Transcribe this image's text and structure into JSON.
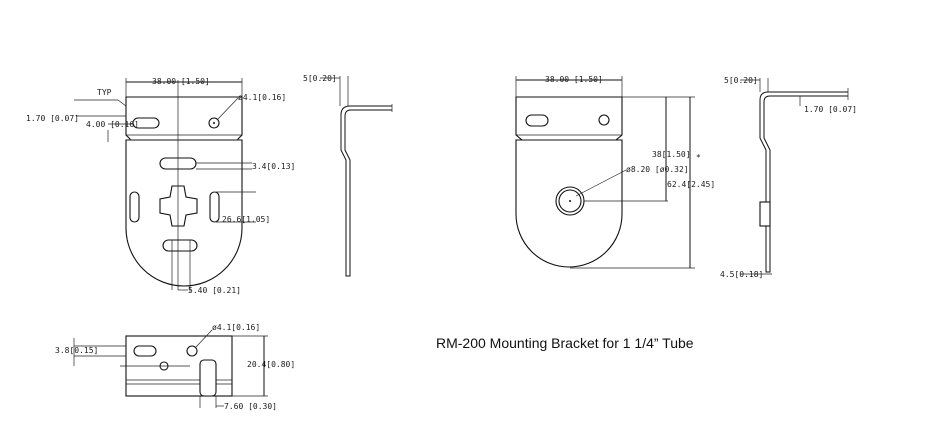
{
  "caption": "RM-200 Mounting Bracket for 1 1/4” Tube",
  "views": {
    "front_left": {
      "typ": "TYP",
      "width": "38.00 [1.50]",
      "hole_dia": "ø4.1[0.16]",
      "slot_offset": "4.00 [0.16]",
      "top_offset": "1.70 [0.07]",
      "slot_height": "3.4[0.13]",
      "cross_height": "26.6[1.05]",
      "center_offset": "5.40 [0.21]"
    },
    "side_left": {
      "thickness": "5[0.20]"
    },
    "front_right": {
      "width": "38.00 [1.50]",
      "hole_dia": "ø8.20 [ø0.32]",
      "height_to_center": "38[1.50]",
      "overall_height": "62.4[2.45]",
      "marker": "*"
    },
    "side_right": {
      "thickness": "5[0.20]",
      "lip": "1.70 [0.07]",
      "bottom": "4.5[0.18]"
    },
    "top_view": {
      "hole_dia": "ø4.1[0.16]",
      "offset": "3.8[0.15]",
      "height": "20.4[0.80]",
      "slot_offset": "7.60 [0.30]"
    }
  }
}
